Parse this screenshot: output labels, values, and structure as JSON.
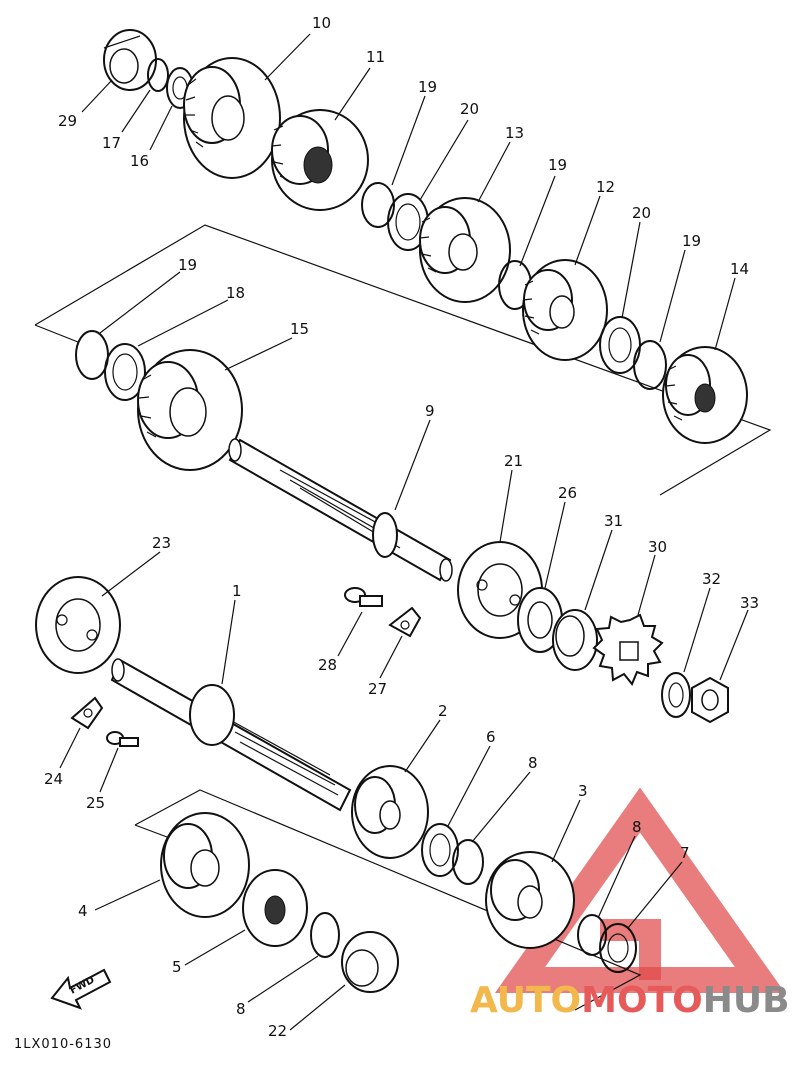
{
  "diagram": {
    "code": "1LX010-6130",
    "fwd_label": "FWD",
    "callouts": [
      {
        "id": "c-10",
        "label": "10"
      },
      {
        "id": "c-11",
        "label": "11"
      },
      {
        "id": "c-29",
        "label": "29"
      },
      {
        "id": "c-17",
        "label": "17"
      },
      {
        "id": "c-16",
        "label": "16"
      },
      {
        "id": "c-19a",
        "label": "19"
      },
      {
        "id": "c-20a",
        "label": "20"
      },
      {
        "id": "c-13",
        "label": "13"
      },
      {
        "id": "c-19b",
        "label": "19"
      },
      {
        "id": "c-12",
        "label": "12"
      },
      {
        "id": "c-20b",
        "label": "20"
      },
      {
        "id": "c-19c",
        "label": "19"
      },
      {
        "id": "c-14",
        "label": "14"
      },
      {
        "id": "c-19d",
        "label": "19"
      },
      {
        "id": "c-18",
        "label": "18"
      },
      {
        "id": "c-15",
        "label": "15"
      },
      {
        "id": "c-9",
        "label": "9"
      },
      {
        "id": "c-21",
        "label": "21"
      },
      {
        "id": "c-26",
        "label": "26"
      },
      {
        "id": "c-31",
        "label": "31"
      },
      {
        "id": "c-30",
        "label": "30"
      },
      {
        "id": "c-32",
        "label": "32"
      },
      {
        "id": "c-33",
        "label": "33"
      },
      {
        "id": "c-23",
        "label": "23"
      },
      {
        "id": "c-1",
        "label": "1"
      },
      {
        "id": "c-28",
        "label": "28"
      },
      {
        "id": "c-27",
        "label": "27"
      },
      {
        "id": "c-2",
        "label": "2"
      },
      {
        "id": "c-6",
        "label": "6"
      },
      {
        "id": "c-8a",
        "label": "8"
      },
      {
        "id": "c-3",
        "label": "3"
      },
      {
        "id": "c-8b",
        "label": "8"
      },
      {
        "id": "c-7",
        "label": "7"
      },
      {
        "id": "c-24",
        "label": "24"
      },
      {
        "id": "c-25",
        "label": "25"
      },
      {
        "id": "c-4",
        "label": "4"
      },
      {
        "id": "c-5",
        "label": "5"
      },
      {
        "id": "c-8c",
        "label": "8"
      },
      {
        "id": "c-22",
        "label": "22"
      }
    ]
  },
  "watermark": {
    "part1": "AUTO",
    "part2": "MOTO",
    "part3": "HUB",
    "color1": "#f2b84b",
    "color2": "#e65a5a",
    "color3": "#8a8a8a"
  }
}
